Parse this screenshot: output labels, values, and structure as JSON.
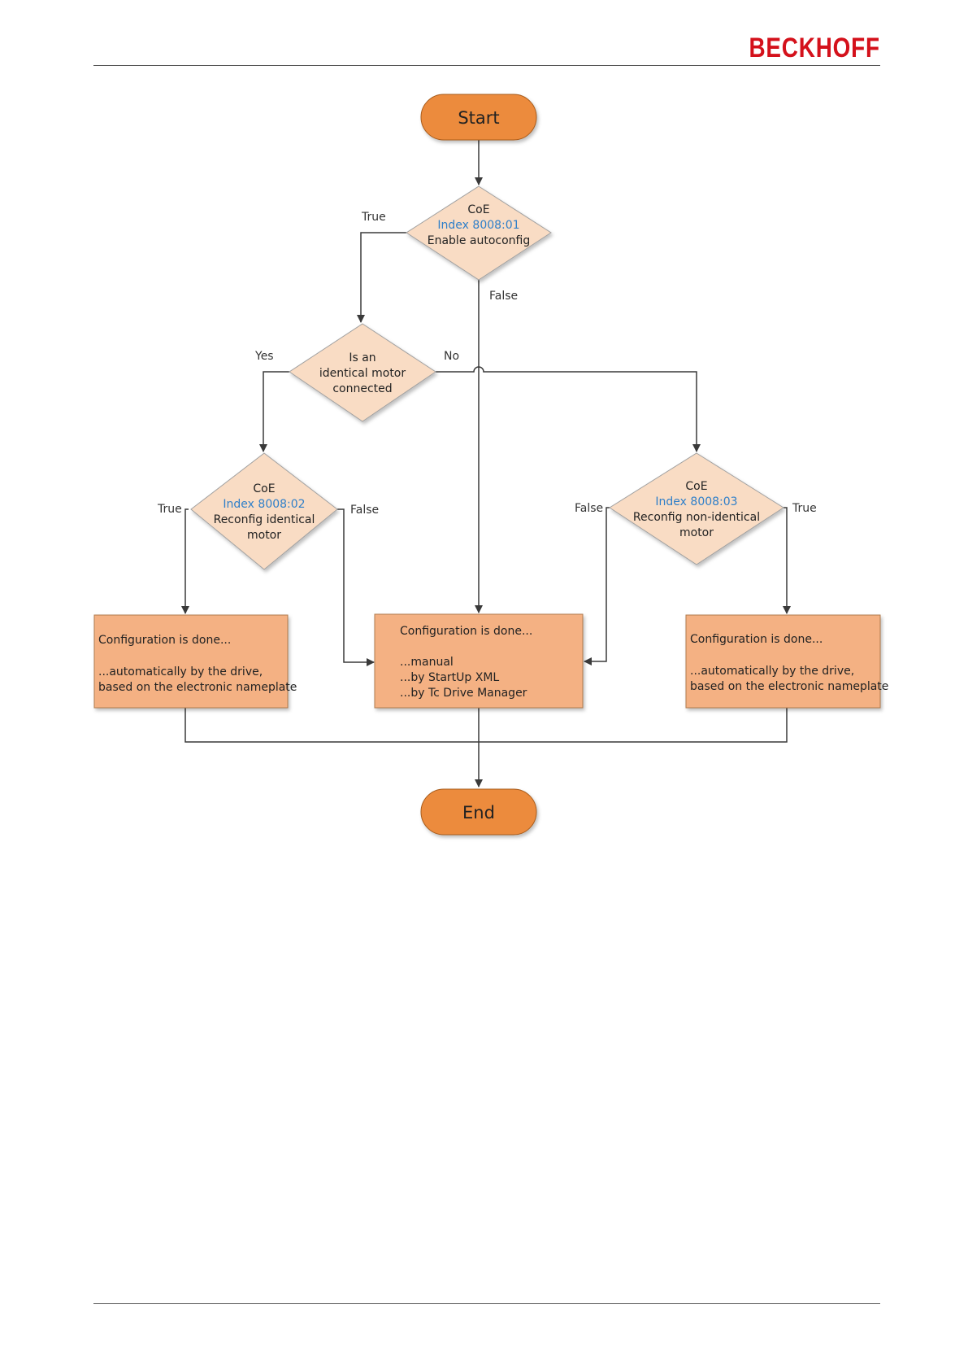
{
  "header": {
    "brand": "BECKHOFF"
  },
  "flowchart": {
    "start": "Start",
    "end": "End",
    "decision_autoconfig": {
      "line1": "CoE",
      "line2": "Index 8008:01",
      "line3": "Enable autoconfig"
    },
    "decision_identical": {
      "line1": "Is an",
      "line2": "identical motor",
      "line3": "connected"
    },
    "decision_reconfig_identical": {
      "line1": "CoE",
      "line2": "Index 8008:02",
      "line3": "Reconfig identical",
      "line4": "motor"
    },
    "decision_reconfig_nonidentical": {
      "line1": "CoE",
      "line2": "Index 8008:03",
      "line3": "Reconfig non-identical",
      "line4": "motor"
    },
    "box_left": {
      "line1": "Configuration is done...",
      "line2": "...automatically by the drive,",
      "line3": "based on the electronic nameplate"
    },
    "box_center": {
      "line1": "Configuration is done...",
      "line2": "...manual",
      "line3": "...by StartUp XML",
      "line4": "...by Tc Drive Manager"
    },
    "box_right": {
      "line1": "Configuration is done...",
      "line2": "...automatically by the drive,",
      "line3": "based on the electronic nameplate"
    },
    "labels": {
      "true_autoconfig": "True",
      "false_autoconfig": "False",
      "yes": "Yes",
      "no": "No",
      "true_left": "True",
      "false_left": "False",
      "false_right": "False",
      "true_right": "True"
    }
  },
  "colors": {
    "brand": "#d4111b",
    "terminal_fill": "#ec8b3e",
    "decision_fill": "#f9dcc4",
    "box_fill": "#f4b183",
    "link_text": "#2f7fc9"
  }
}
